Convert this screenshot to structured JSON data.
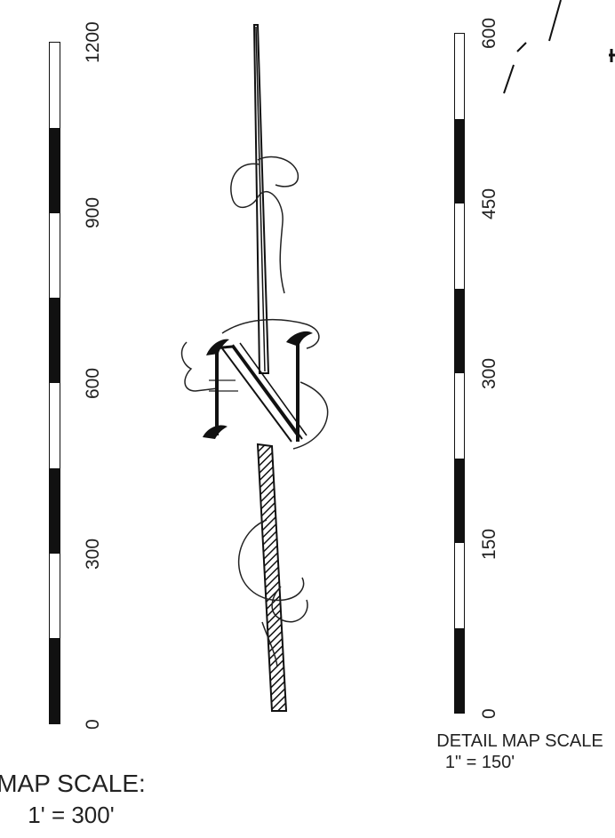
{
  "main_scale": {
    "title": "MAP SCALE:",
    "ratio": "1' = 300'",
    "ticks": [
      "0",
      "300",
      "600",
      "900",
      "1200"
    ],
    "segments": [
      "dark",
      "light",
      "dark",
      "light",
      "dark",
      "light",
      "dark",
      "light"
    ]
  },
  "detail_scale": {
    "title": "DETAIL MAP SCALE",
    "ratio": "1\" = 150'",
    "ticks": [
      "0",
      "150",
      "300",
      "450",
      "600"
    ],
    "segments": [
      "dark",
      "light",
      "dark",
      "light",
      "dark",
      "light",
      "dark",
      "light"
    ]
  },
  "north_arrow": {
    "letter": "N",
    "color": "#111111"
  }
}
